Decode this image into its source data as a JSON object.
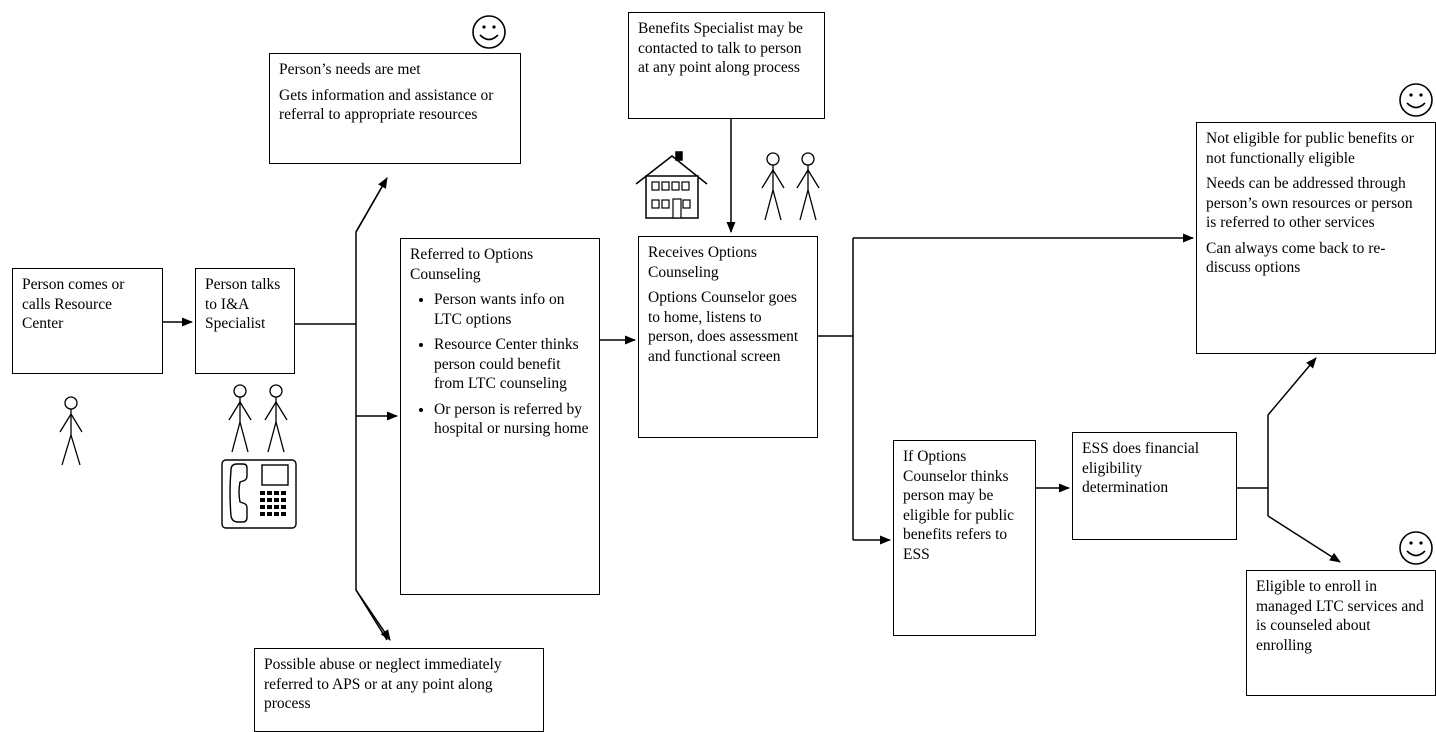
{
  "boxes": {
    "start": {
      "text": "Person comes or calls Resource Center"
    },
    "talks": {
      "text": "Person talks to I&A Specialist"
    },
    "needs_met": {
      "title": "Person’s needs are met",
      "detail": "Gets information and assistance or referral to appropriate resources"
    },
    "abuse": {
      "text": "Possible abuse or neglect immediately referred to APS or at any point along process"
    },
    "referred": {
      "title": "Referred to Options Counseling",
      "bullets": [
        "Person wants info on LTC options",
        "Resource Center thinks person could benefit from LTC counseling",
        "Or person is referred by hospital or nursing home"
      ]
    },
    "benefits": {
      "text": "Benefits Specialist may be contacted to talk to person at any point along process"
    },
    "receives": {
      "title": "Receives Options Counseling",
      "detail": "Options Counselor goes to home, listens to person, does assessment and functional screen"
    },
    "if_eligible": {
      "text": "If Options Counselor thinks person may be eligible for public benefits refers to ESS"
    },
    "ess": {
      "text": "ESS does financial eligibility determination"
    },
    "not_eligible": {
      "lines": [
        "Not eligible for public benefits or not functionally eligible",
        "Needs can be addressed through person’s own resources or person is referred to other services",
        "Can always come back to re-discuss options"
      ]
    },
    "eligible": {
      "text": "Eligible to enroll in managed LTC services and is counseled about enrolling"
    }
  },
  "icons": [
    "smiley-icon",
    "stick-figure-icon",
    "telephone-icon",
    "house-icon"
  ],
  "colors": {
    "line": "#000000",
    "background": "#ffffff"
  }
}
